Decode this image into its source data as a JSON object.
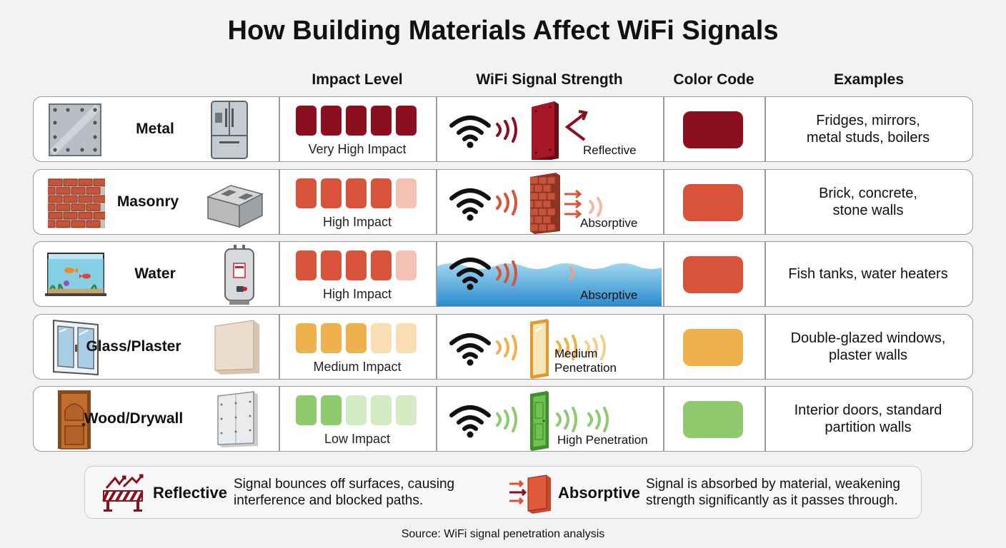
{
  "title": "How Building Materials Affect WiFi Signals",
  "columns": {
    "impact": "Impact Level",
    "signal": "WiFi Signal Strength",
    "color": "Color Code",
    "examples": "Examples"
  },
  "rows": [
    {
      "material": "Metal",
      "impact_label": "Very High Impact",
      "impact_level": 5,
      "signal_label": "Reflective",
      "examples": "Fridges, mirrors,\nmetal studs, boilers",
      "color": "#8b0f1f",
      "light_color": "#8b0f1f"
    },
    {
      "material": "Masonry",
      "impact_label": "High Impact",
      "impact_level": 4,
      "signal_label": "Absorptive",
      "examples": "Brick, concrete,\nstone walls",
      "color": "#d9533b",
      "light_color": "#f3c2b4"
    },
    {
      "material": "Water",
      "impact_label": "High Impact",
      "impact_level": 4,
      "signal_label": "Absorptive",
      "examples": "Fish tanks, water heaters",
      "color": "#d9533b",
      "light_color": "#f3c2b4"
    },
    {
      "material": "Glass/Plaster",
      "impact_label": "Medium Impact",
      "impact_level": 3,
      "signal_label": "Medium Penetration",
      "examples": "Double-glazed windows,\nplaster walls",
      "color": "#eeb14b",
      "light_color": "#f8deb0"
    },
    {
      "material": "Wood/Drywall",
      "impact_label": "Low Impact",
      "impact_level": 2,
      "signal_label": "High Penetration",
      "examples": "Interior doors, standard\npartition walls",
      "color": "#8fcb6e",
      "light_color": "#d4ecc6"
    }
  ],
  "legend": {
    "reflective_title": "Reflective",
    "reflective_desc": "Signal bounces off surfaces, causing\ninterference and blocked paths.",
    "absorptive_title": "Absorptive",
    "absorptive_desc": "Signal is absorbed by material, weakening\nstrength significantly as it passes through."
  },
  "source": "Source: WiFi signal penetration analysis"
}
